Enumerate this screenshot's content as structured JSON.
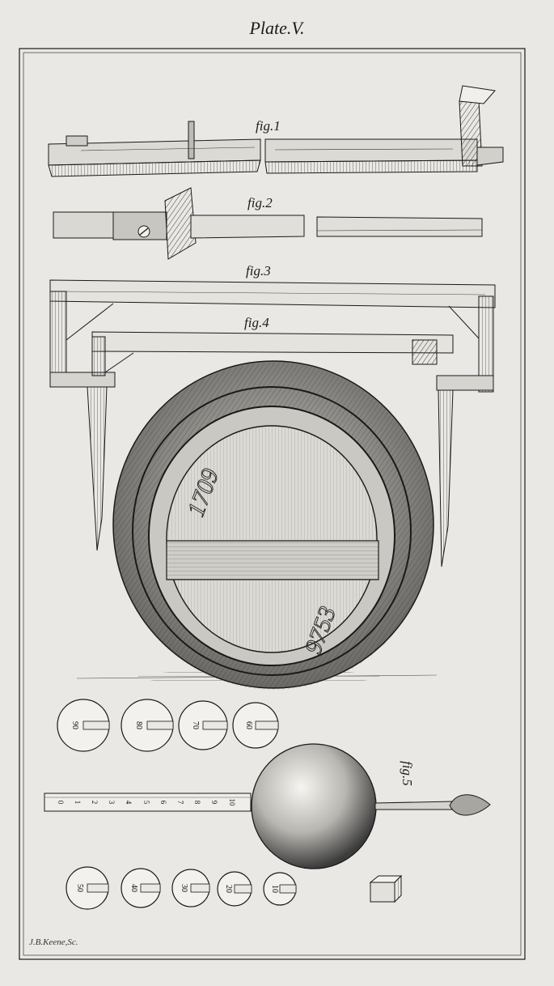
{
  "plate_title": "Plate.V.",
  "engraver": "J.B.Keene,Sc.",
  "figures": {
    "fig1": "fig.1",
    "fig2": "fig.2",
    "fig3": "fig.3",
    "fig4": "fig.4",
    "fig5": "fig.5"
  },
  "weights_top": [
    "90",
    "80",
    "70",
    "60"
  ],
  "weights_bottom": [
    "50",
    "40",
    "30",
    "20",
    "10"
  ],
  "stem_scale": [
    "0",
    "1",
    "2",
    "3",
    "4",
    "5",
    "6",
    "7",
    "8",
    "9",
    "10"
  ]
}
